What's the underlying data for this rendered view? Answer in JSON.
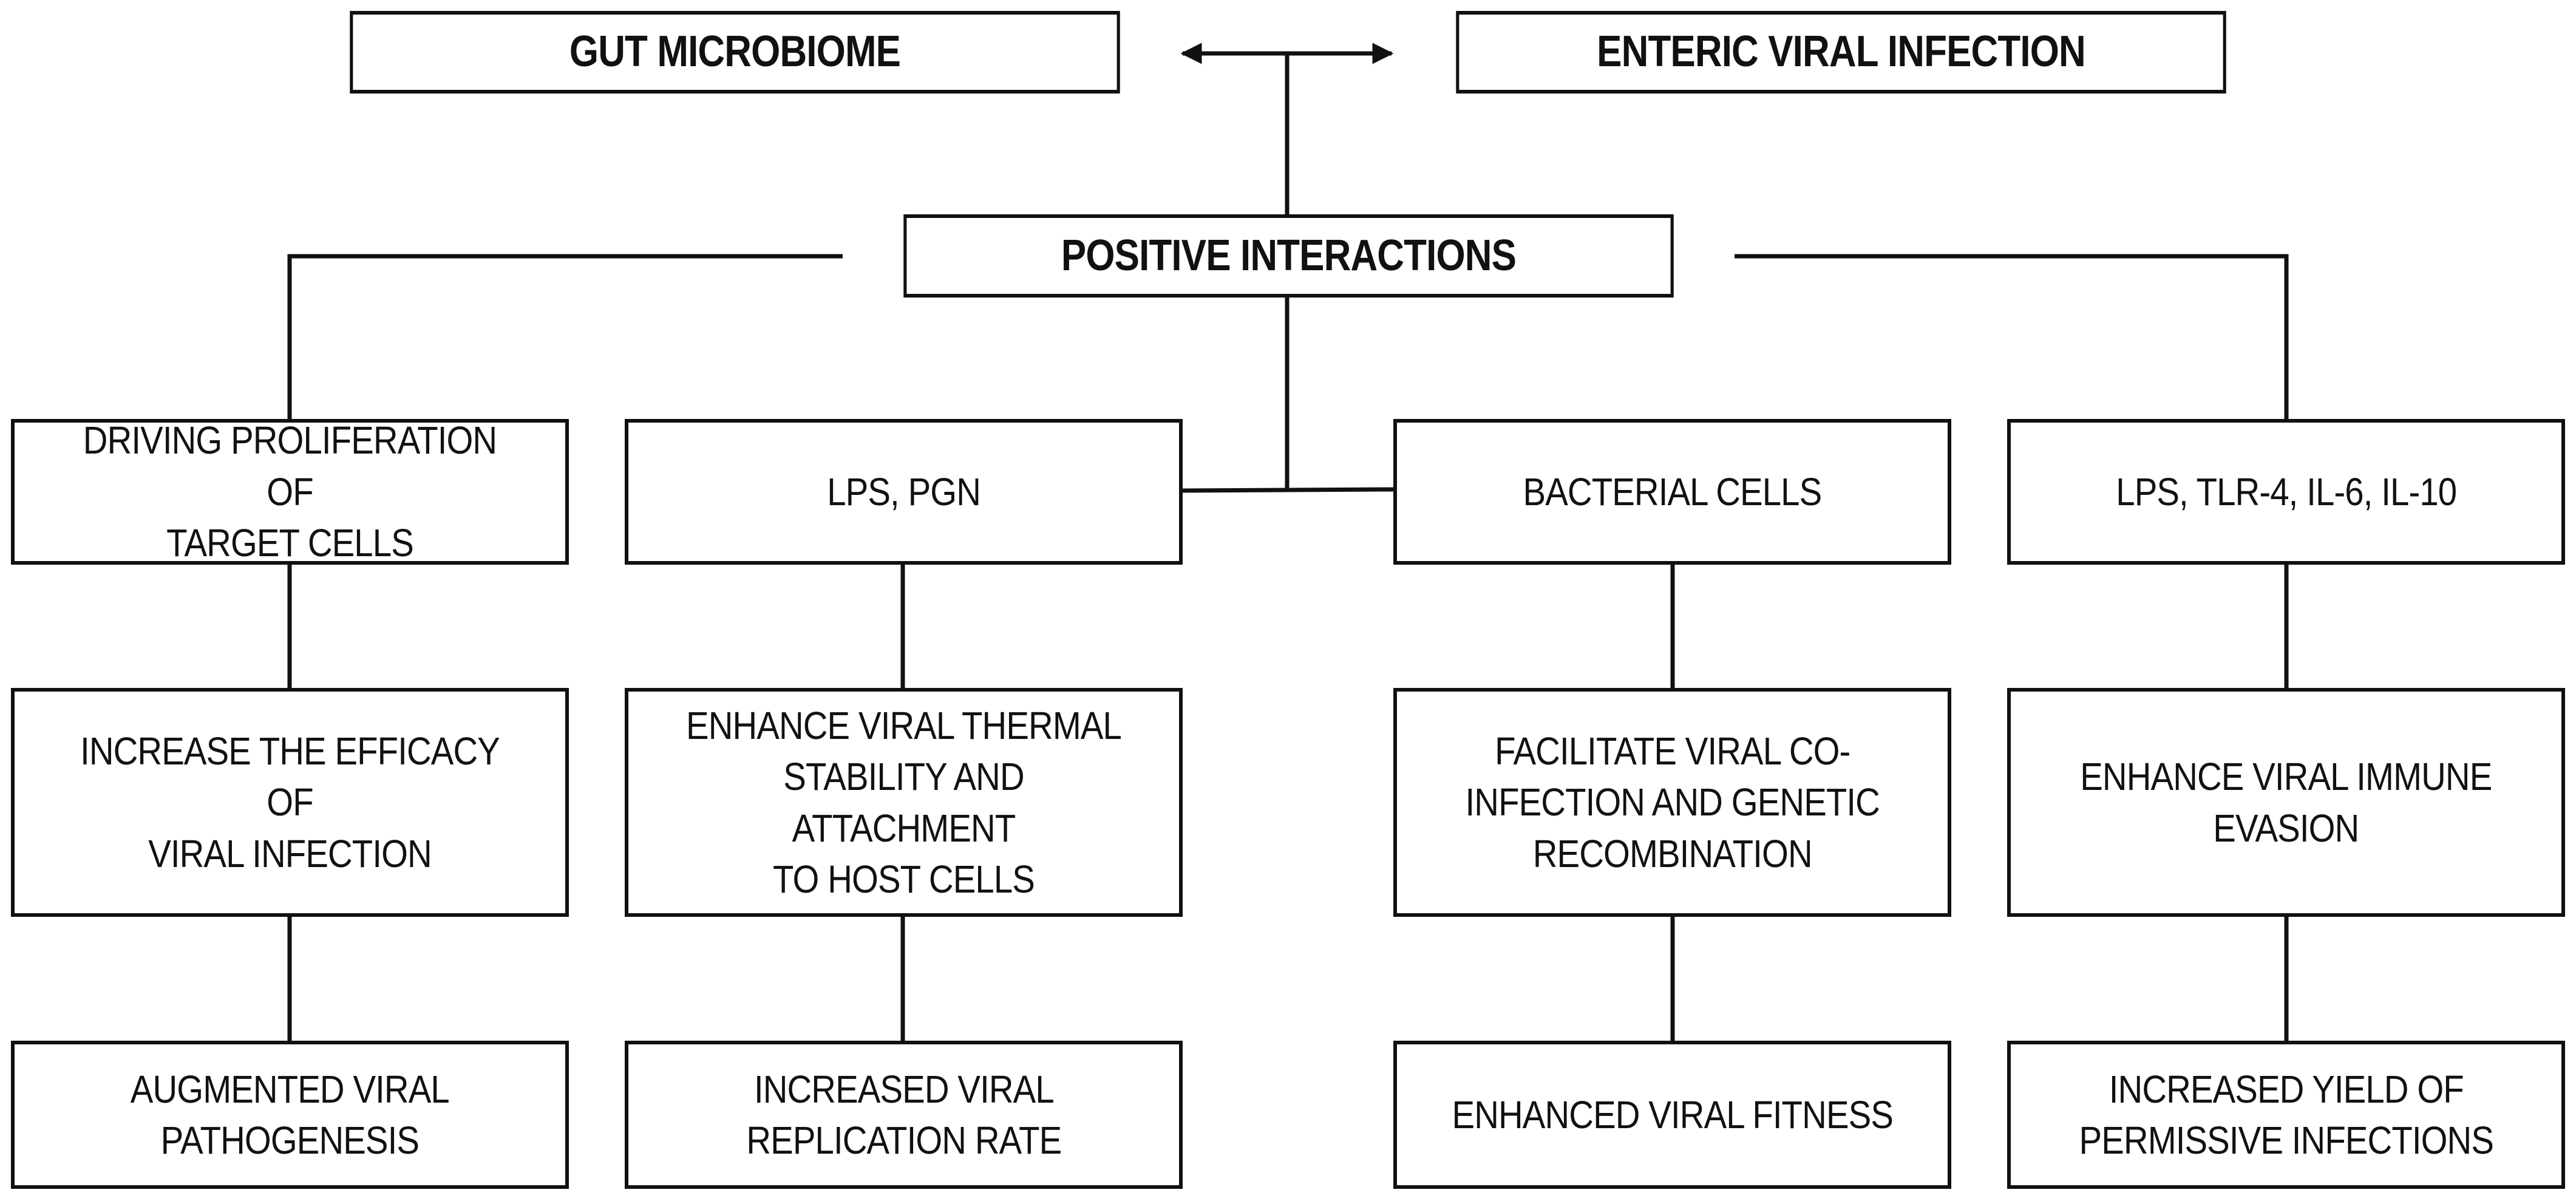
{
  "top": {
    "left_label": "GUT MICROBIOME",
    "right_label": "ENTERIC VIRAL INFECTION"
  },
  "center": {
    "label": "POSITIVE INTERACTIONS"
  },
  "branches": [
    {
      "trigger": "DRIVING PROLIFERATION OF\nTARGET CELLS",
      "effect": "INCREASE THE EFFICACY OF\nVIRAL INFECTION",
      "outcome": "AUGMENTED VIRAL\nPATHOGENESIS"
    },
    {
      "trigger": "LPS, PGN",
      "effect": "ENHANCE VIRAL THERMAL\nSTABILITY AND ATTACHMENT\nTO HOST CELLS",
      "outcome": "INCREASED VIRAL\nREPLICATION RATE"
    },
    {
      "trigger": "BACTERIAL CELLS",
      "effect": "FACILITATE VIRAL CO-\nINFECTION AND GENETIC\nRECOMBINATION",
      "outcome": "ENHANCED VIRAL FITNESS"
    },
    {
      "trigger": "LPS, TLR-4, IL-6, IL-10",
      "effect": "ENHANCE VIRAL IMMUNE\nEVASION",
      "outcome": "INCREASED YIELD OF\nPERMISSIVE INFECTIONS"
    }
  ],
  "colors": {
    "line": "#111111",
    "box_fill": "#ffffff"
  }
}
